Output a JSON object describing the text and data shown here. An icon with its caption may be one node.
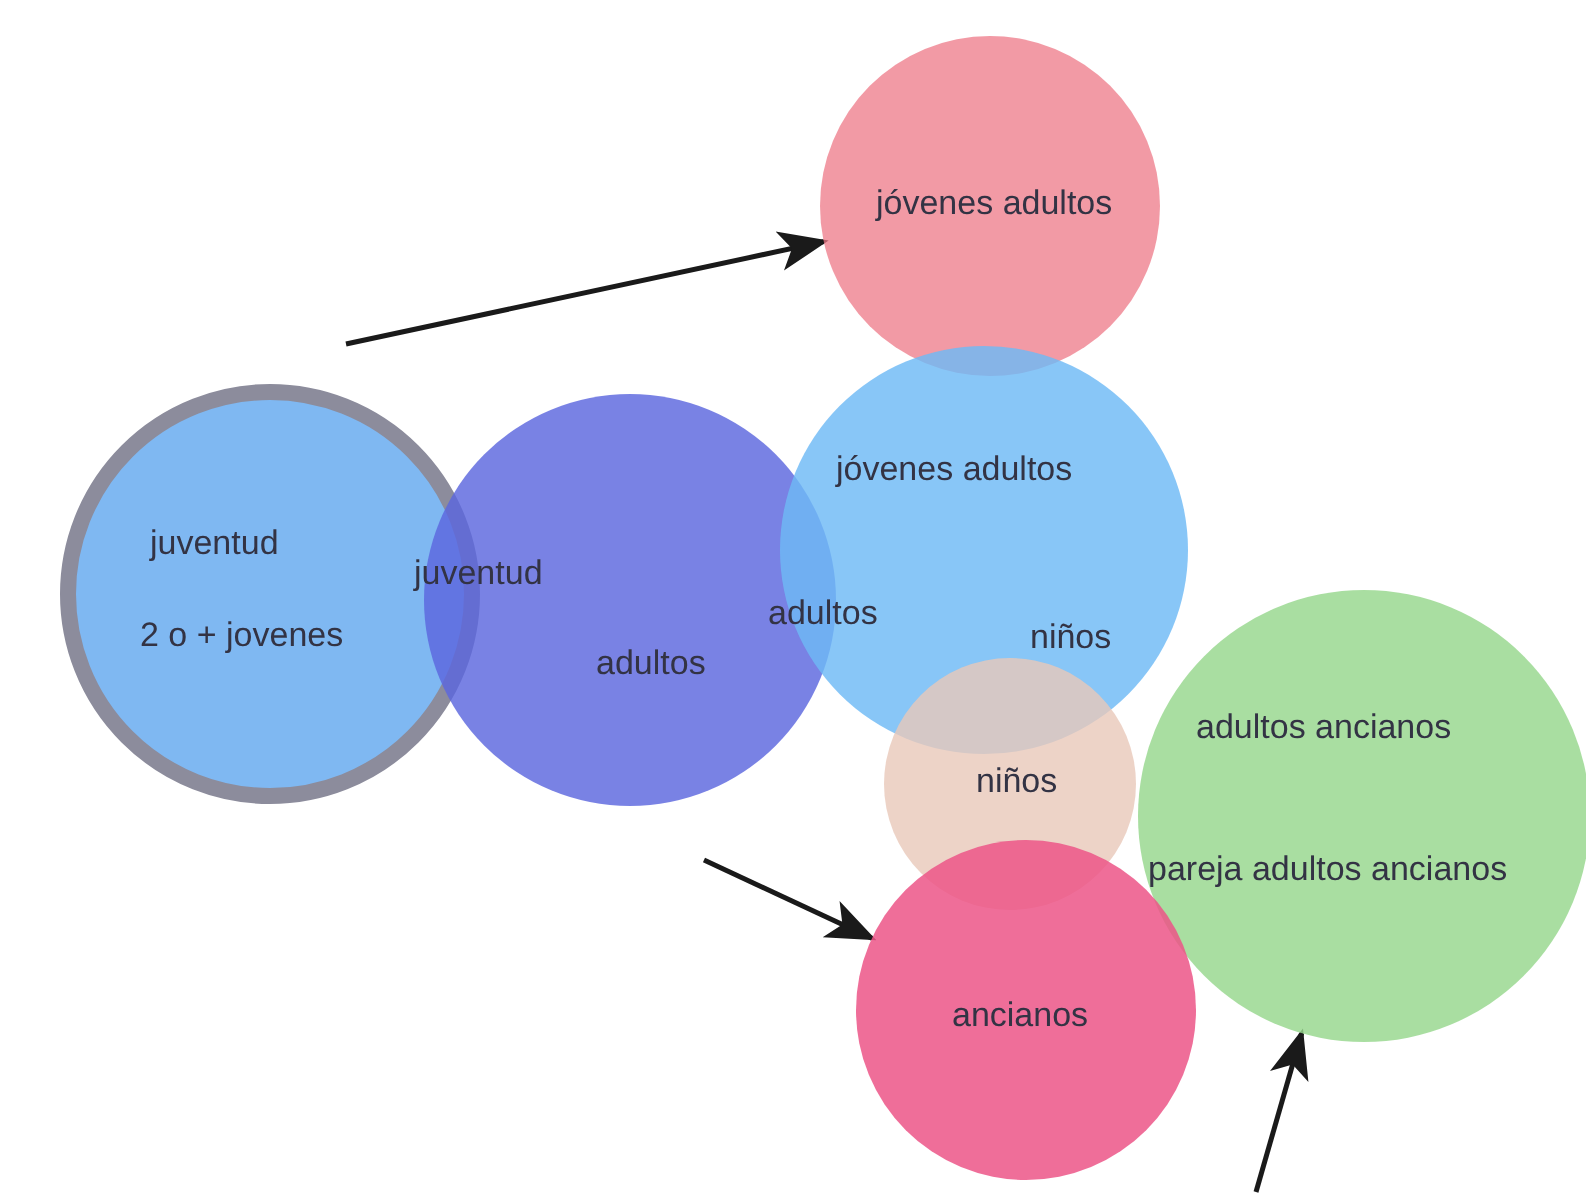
{
  "diagram": {
    "nodes": [
      {
        "text": [
          "jóvenes adultos"
        ]
      },
      {
        "text": [
          "juventud",
          "2 o + jovenes"
        ]
      },
      {
        "text": [
          "juventud",
          "adultos"
        ]
      },
      {
        "text": [
          "jóvenes adultos",
          "adultos",
          "niños"
        ]
      },
      {
        "text": [
          "niños"
        ]
      },
      {
        "text": [
          "adultos ancianos",
          "pareja adultos ancianos"
        ]
      },
      {
        "text": [
          "ancianos"
        ]
      }
    ],
    "edges": [
      {
        "from": null,
        "to": 0,
        "arrow": "to"
      },
      {
        "from": null,
        "to": 6,
        "arrow": "to"
      },
      {
        "from": null,
        "to": 5,
        "arrow": "to"
      }
    ]
  }
}
